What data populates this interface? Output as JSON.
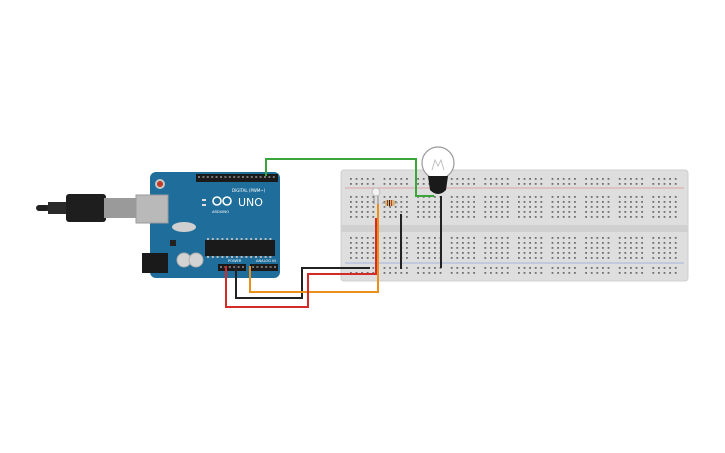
{
  "board": {
    "brand_logo": "infinity-logo",
    "model": "UNO",
    "maker": "ARDUINO",
    "digital_header": "DIGITAL (PWM~)",
    "power_header": "POWER",
    "analog_header": "ANALOG IN",
    "color": "#1f6d9a"
  },
  "breadboard": {
    "color": "#dedede"
  },
  "wires": {
    "green": "#3aa53a",
    "black": "#222222",
    "orange": "#e8901a",
    "red": "#d42a2a"
  },
  "components": {
    "bulb_icon": "light-bulb-icon",
    "resistor_icon": "resistor-icon",
    "led_icon": "led-icon",
    "usb_icon": "usb-plug-icon",
    "power_jack_icon": "dc-jack-icon"
  }
}
